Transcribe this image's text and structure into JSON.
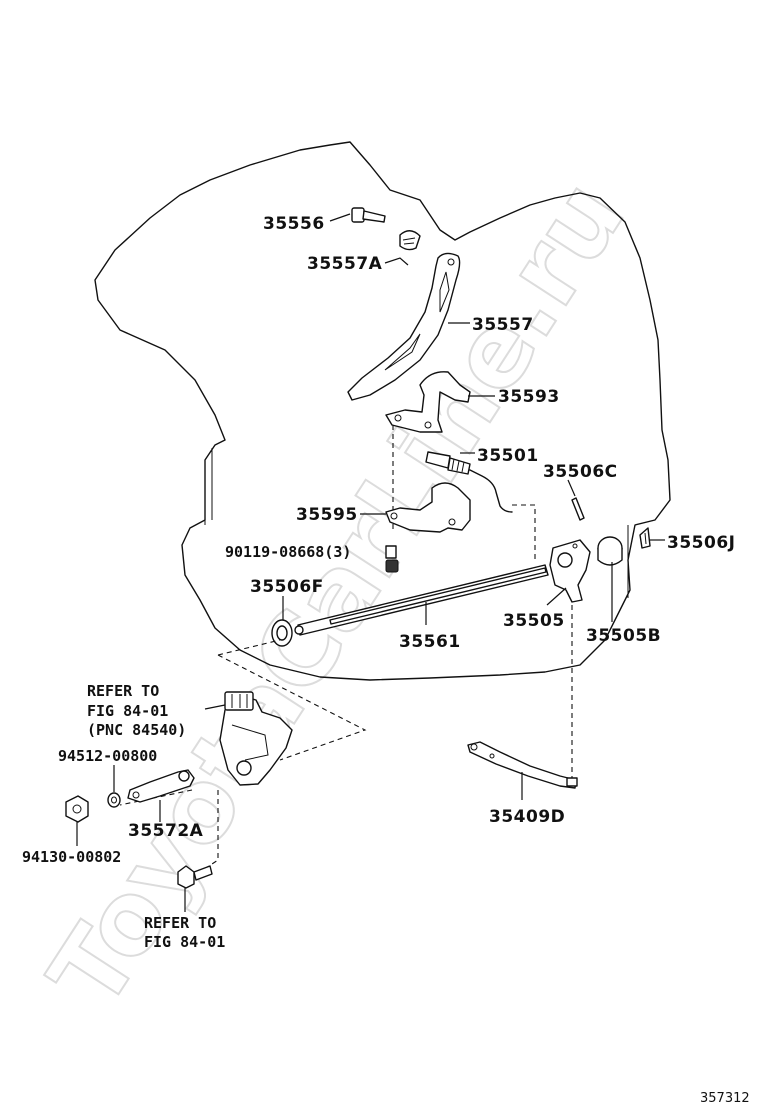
{
  "watermark": "ToyotaCarLine.ru",
  "figure_number": "357312",
  "parts": {
    "p35556": "35556",
    "p35557A": "35557A",
    "p35557": "35557",
    "p35593": "35593",
    "p35501": "35501",
    "p35506C": "35506C",
    "p35595": "35595",
    "p90119": "90119-08668(3)",
    "p35506J": "35506J",
    "p35506F": "35506F",
    "p35561": "35561",
    "p35505": "35505",
    "p35505B": "35505B",
    "p94512": "94512-00800",
    "p94130": "94130-00802",
    "p35572A": "35572A",
    "p35409D": "35409D"
  },
  "references": {
    "ref1_line1": "REFER TO",
    "ref1_line2": "FIG 84-01",
    "ref1_line3": "(PNC 84540)",
    "ref2_line1": "REFER TO",
    "ref2_line2": "FIG 84-01"
  }
}
